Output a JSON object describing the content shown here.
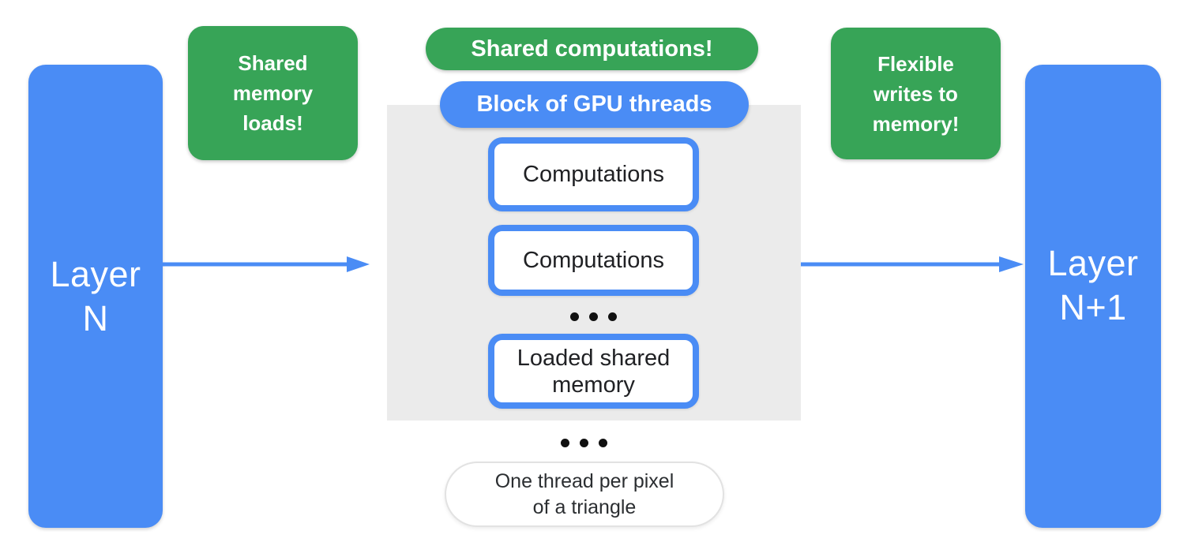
{
  "diagram": {
    "layer_left": {
      "line1": "Layer",
      "line2": "N"
    },
    "layer_right": {
      "line1": "Layer",
      "line2": "N+1"
    },
    "callout_left": {
      "lines": [
        "Shared",
        "memory",
        "loads!"
      ]
    },
    "callout_center": {
      "label": "Shared computations!"
    },
    "callout_right": {
      "lines": [
        "Flexible",
        "writes to",
        "memory!"
      ]
    },
    "block": {
      "label": "Block of GPU threads",
      "items": [
        "Computations",
        "Computations",
        "Loaded shared memory"
      ]
    },
    "note": {
      "line1": "One thread per pixel",
      "line2": "of a triangle"
    }
  },
  "colors": {
    "blue": "#4A8CF5",
    "green": "#37A457",
    "block_gray": "#EBEBEB",
    "text_dark": "#202124",
    "white": "#FFFFFF",
    "note_border": "#E2E2E2",
    "dot_black": "#111111"
  }
}
